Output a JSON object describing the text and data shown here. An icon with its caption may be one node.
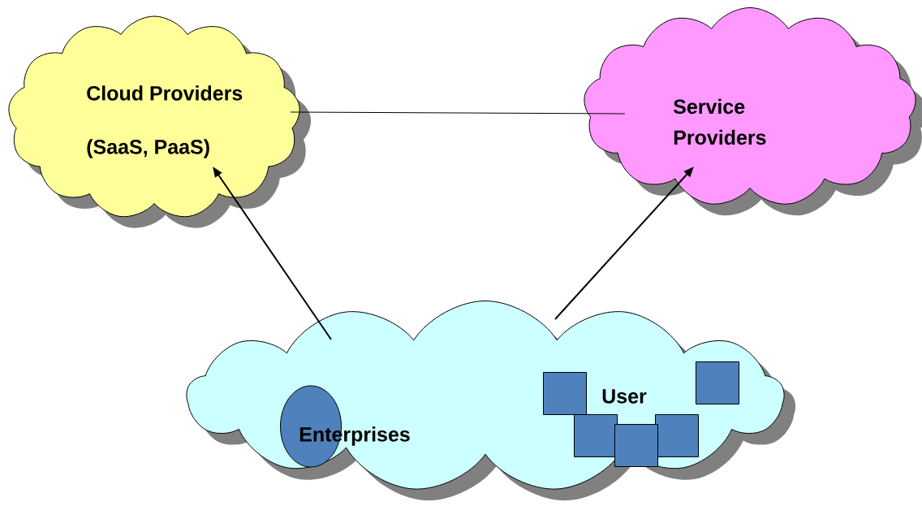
{
  "diagram": {
    "nodes": [
      {
        "text": [
          "Cloud Providers",
          "(SaaS, PaaS)"
        ]
      },
      {
        "text": [
          "Service Providers"
        ]
      },
      {
        "text": [],
        "shape": "cloud"
      },
      {
        "text": [
          "Enterprises"
        ],
        "in": 2
      },
      {
        "text": [],
        "shape": "box",
        "in": 2
      },
      {
        "text": [],
        "shape": "box",
        "in": 2
      },
      {
        "text": [],
        "shape": "box",
        "in": 2
      },
      {
        "text": [],
        "shape": "box",
        "in": 2
      },
      {
        "text": [],
        "shape": "box",
        "in": 2
      }
    ],
    "edges": [
      {
        "from": 0,
        "to": 1,
        "arrow": "none"
      },
      {
        "from": 2,
        "to": 0,
        "arrow": "to"
      },
      {
        "from": 2,
        "to": 1,
        "arrow": "to"
      }
    ],
    "labels": [
      "User"
    ]
  }
}
